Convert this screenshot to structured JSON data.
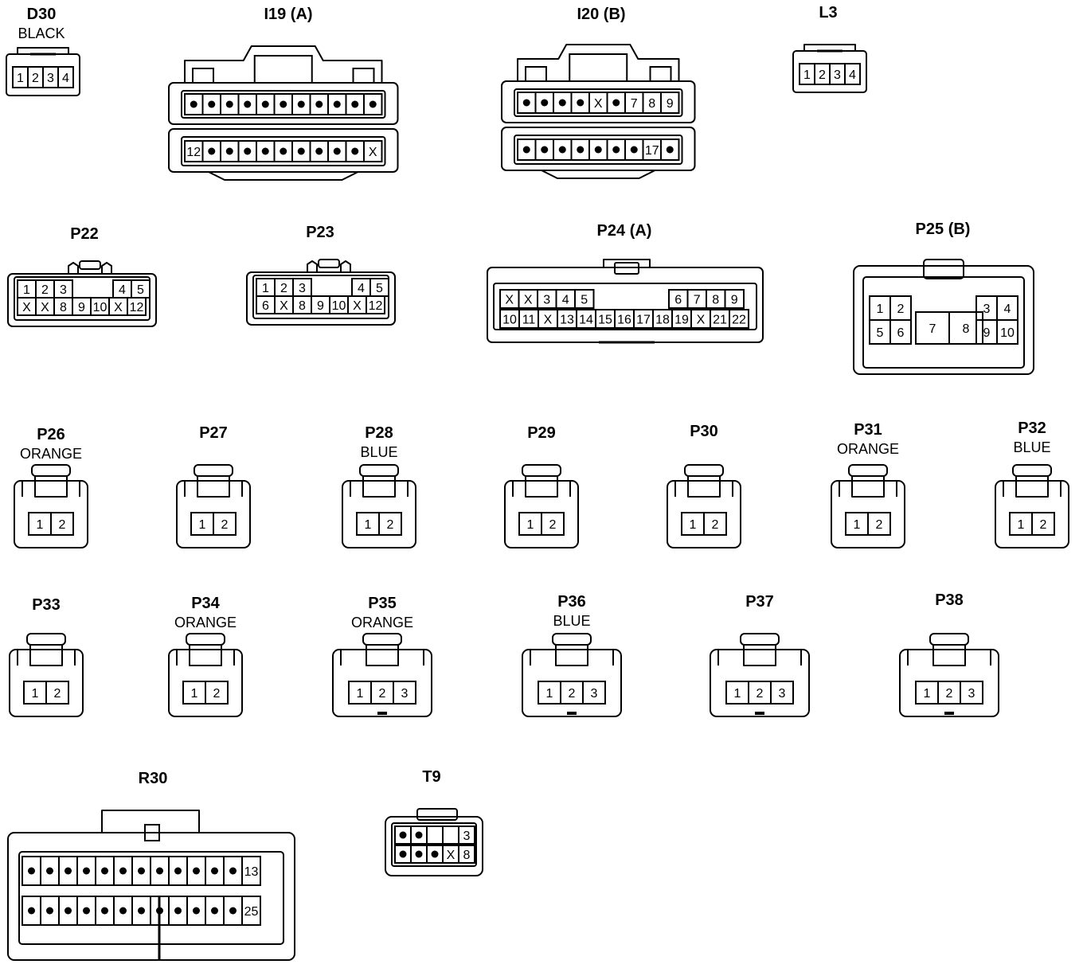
{
  "colors": {
    "ink": "#000000",
    "paper": "#ffffff"
  },
  "connectors": [
    {
      "id": "D30",
      "name": "D30",
      "subtitle": "BLACK",
      "kind": "box",
      "rows": [
        [
          "1",
          "2",
          "3",
          "4"
        ]
      ]
    },
    {
      "id": "I19",
      "name": "I19 (A)",
      "subtitle": "",
      "kind": "dual",
      "rows": [
        [
          "•",
          "•",
          "•",
          "•",
          "•",
          "•",
          "•",
          "•",
          "•",
          "•",
          "•"
        ],
        [
          "12",
          "•",
          "•",
          "•",
          "•",
          "•",
          "•",
          "•",
          "•",
          "•",
          "X"
        ]
      ]
    },
    {
      "id": "I20",
      "name": "I20 (B)",
      "subtitle": "",
      "kind": "dual",
      "rows": [
        [
          "•",
          "•",
          "•",
          "•",
          "X",
          "•",
          "7",
          "8",
          "9"
        ],
        [
          "•",
          "•",
          "•",
          "•",
          "•",
          "•",
          "•",
          "17",
          "•"
        ]
      ]
    },
    {
      "id": "L3",
      "name": "L3",
      "subtitle": "",
      "kind": "box",
      "rows": [
        [
          "1",
          "2",
          "3",
          "4"
        ]
      ]
    },
    {
      "id": "P22",
      "name": "P22",
      "subtitle": "",
      "kind": "split",
      "top_left": [
        "1",
        "2",
        "3"
      ],
      "top_right": [
        "4",
        "5"
      ],
      "bottom": [
        "X",
        "X",
        "8",
        "9",
        "10",
        "X",
        "12"
      ]
    },
    {
      "id": "P23",
      "name": "P23",
      "subtitle": "",
      "kind": "split",
      "top_left": [
        "1",
        "2",
        "3"
      ],
      "top_right": [
        "4",
        "5"
      ],
      "bottom": [
        "6",
        "X",
        "8",
        "9",
        "10",
        "X",
        "12"
      ]
    },
    {
      "id": "P24",
      "name": "P24 (A)",
      "subtitle": "",
      "kind": "wide",
      "top_left": [
        "X",
        "X",
        "3",
        "4",
        "5"
      ],
      "top_right": [
        "6",
        "7",
        "8",
        "9"
      ],
      "bottom": [
        "10",
        "11",
        "X",
        "13",
        "14",
        "15",
        "16",
        "17",
        "18",
        "19",
        "X",
        "21",
        "22"
      ]
    },
    {
      "id": "P25",
      "name": "P25 (B)",
      "subtitle": "",
      "kind": "p25",
      "left": [
        "1",
        "2",
        "5",
        "6"
      ],
      "middle": [
        "7",
        "8"
      ],
      "right": [
        "3",
        "4",
        "9",
        "10"
      ]
    },
    {
      "id": "P26",
      "name": "P26",
      "subtitle": "ORANGE",
      "kind": "two",
      "rows": [
        [
          "1",
          "2"
        ]
      ]
    },
    {
      "id": "P27",
      "name": "P27",
      "subtitle": "",
      "kind": "two",
      "rows": [
        [
          "1",
          "2"
        ]
      ]
    },
    {
      "id": "P28",
      "name": "P28",
      "subtitle": "BLUE",
      "kind": "two",
      "rows": [
        [
          "1",
          "2"
        ]
      ]
    },
    {
      "id": "P29",
      "name": "P29",
      "subtitle": "",
      "kind": "two",
      "rows": [
        [
          "1",
          "2"
        ]
      ]
    },
    {
      "id": "P30",
      "name": "P30",
      "subtitle": "",
      "kind": "two",
      "rows": [
        [
          "1",
          "2"
        ]
      ]
    },
    {
      "id": "P31",
      "name": "P31",
      "subtitle": "ORANGE",
      "kind": "two",
      "rows": [
        [
          "1",
          "2"
        ]
      ]
    },
    {
      "id": "P32",
      "name": "P32",
      "subtitle": "BLUE",
      "kind": "two",
      "rows": [
        [
          "1",
          "2"
        ]
      ]
    },
    {
      "id": "P33",
      "name": "P33",
      "subtitle": "",
      "kind": "two",
      "rows": [
        [
          "1",
          "2"
        ]
      ]
    },
    {
      "id": "P34",
      "name": "P34",
      "subtitle": "ORANGE",
      "kind": "two",
      "rows": [
        [
          "1",
          "2"
        ]
      ]
    },
    {
      "id": "P35",
      "name": "P35",
      "subtitle": "ORANGE",
      "kind": "three",
      "rows": [
        [
          "1",
          "2",
          "3"
        ]
      ]
    },
    {
      "id": "P36",
      "name": "P36",
      "subtitle": "BLUE",
      "kind": "three",
      "rows": [
        [
          "1",
          "2",
          "3"
        ]
      ]
    },
    {
      "id": "P37",
      "name": "P37",
      "subtitle": "",
      "kind": "three",
      "rows": [
        [
          "1",
          "2",
          "3"
        ]
      ]
    },
    {
      "id": "P38",
      "name": "P38",
      "subtitle": "",
      "kind": "three",
      "rows": [
        [
          "1",
          "2",
          "3"
        ]
      ]
    },
    {
      "id": "R30",
      "name": "R30",
      "subtitle": "",
      "kind": "r30",
      "rows": [
        [
          "•",
          "•",
          "•",
          "•",
          "•",
          "•",
          "•",
          "•",
          "•",
          "•",
          "•",
          "•",
          "13"
        ],
        [
          "•",
          "•",
          "•",
          "•",
          "•",
          "•",
          "•",
          "•",
          "•",
          "•",
          "•",
          "•",
          "25"
        ]
      ]
    },
    {
      "id": "T9",
      "name": "T9",
      "subtitle": "",
      "kind": "t9",
      "rows": [
        [
          "•",
          "•",
          "",
          "",
          "3"
        ],
        [
          "•",
          "•",
          "•",
          "X",
          "8"
        ]
      ]
    }
  ]
}
